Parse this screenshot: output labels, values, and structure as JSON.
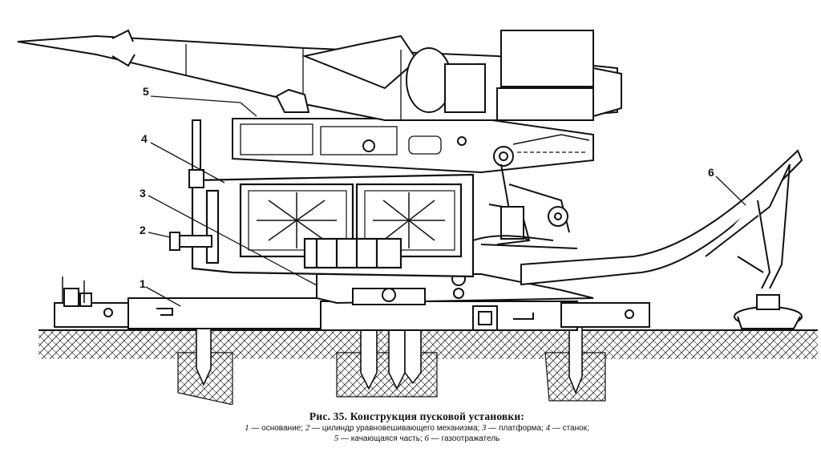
{
  "figure": {
    "callouts": {
      "c1": "1",
      "c2": "2",
      "c3": "3",
      "c4": "4",
      "c5": "5",
      "c6": "6"
    },
    "caption_title": "Рис. 35. Конструкция пусковой установки:",
    "legend": [
      {
        "num": "1",
        "text": "— основание;"
      },
      {
        "num": "2",
        "text": "— цилиндр уравновешивающего механизма;"
      },
      {
        "num": "3",
        "text": "— платформа;"
      },
      {
        "num": "4",
        "text": "— станок;"
      },
      {
        "num": "5",
        "text": "— качающаяся часть;"
      },
      {
        "num": "6",
        "text": "— газоотражатель"
      }
    ]
  }
}
